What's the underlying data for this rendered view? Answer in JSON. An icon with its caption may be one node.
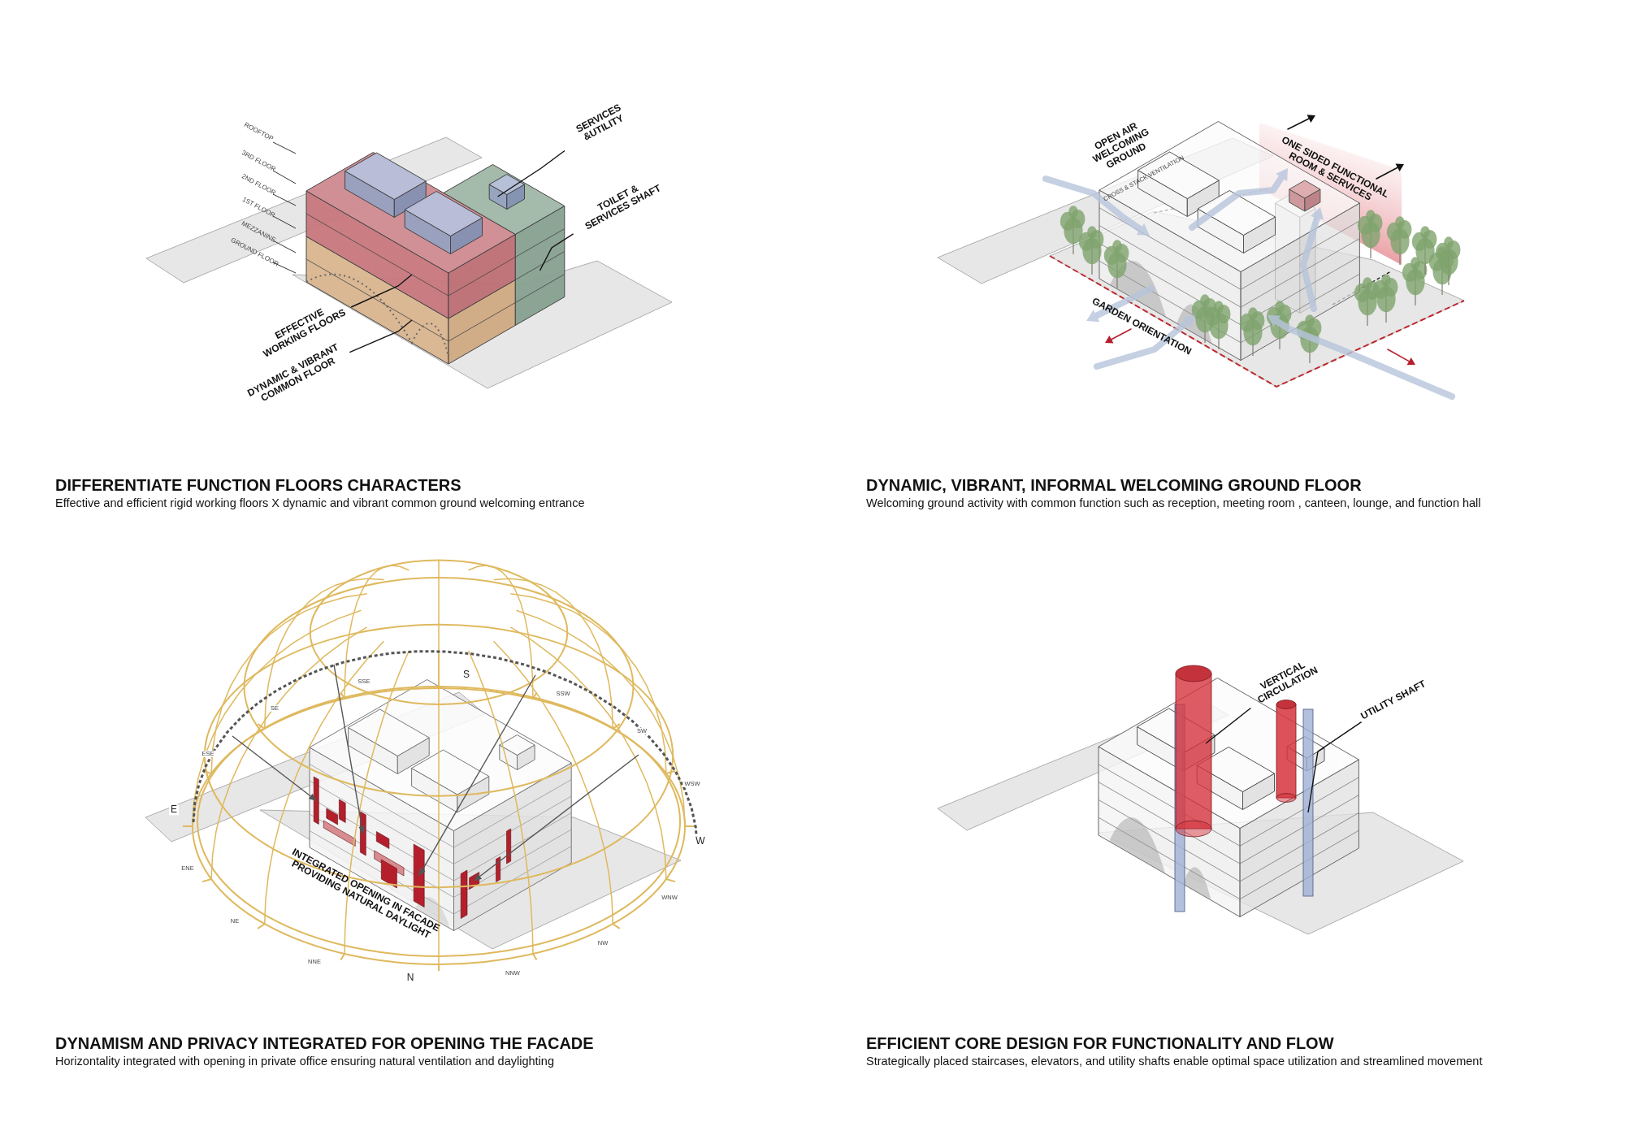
{
  "diagram": {
    "nodes": [
      {
        "text": [
          "SERVICES &UTILITY"
        ]
      },
      {
        "text": [],
        "shape": "box",
        "in": 3
      },
      {
        "text": [
          "TOILET & SERVICES SHAFT"
        ]
      },
      {
        "text": [],
        "shape": "box"
      },
      {
        "text": [
          "EFFECTIVE WORKING FLOORS"
        ]
      },
      {
        "text": [],
        "shape": "box"
      },
      {
        "text": [
          "DYNAMIC & VIBRANT COMMON FLOOR"
        ]
      },
      {
        "text": [],
        "shape": "box"
      },
      {
        "text": [],
        "shape": "box"
      },
      {
        "text": [
          "VERTICAL CIRCULATION"
        ]
      },
      {
        "text": [],
        "shape": "cylinder"
      },
      {
        "text": [
          "UTILITY SHAFT"
        ]
      },
      {
        "text": [],
        "shape": "bar"
      }
    ],
    "edges": [
      {
        "from": 0,
        "to": 1,
        "arrow": "none"
      },
      {
        "from": 2,
        "to": 3,
        "arrow": "none"
      },
      {
        "from": 4,
        "to": 5,
        "arrow": "none"
      },
      {
        "from": 6,
        "to": 7,
        "arrow": "none"
      },
      {
        "from": null,
        "to": 8,
        "arrow": "to",
        "color": "#555555"
      },
      {
        "from": null,
        "to": 8,
        "arrow": "to",
        "color": "#555555"
      },
      {
        "from": null,
        "to": 8,
        "arrow": "to",
        "color": "#555555"
      },
      {
        "from": null,
        "to": 8,
        "arrow": "to",
        "color": "#555555"
      },
      {
        "from": 9,
        "to": 10,
        "arrow": "none"
      },
      {
        "from": 11,
        "to": 12,
        "arrow": "none"
      }
    ],
    "labels": [
      "ROOFTOP",
      "3RD FLOOR",
      "2ND FLOOR",
      "1ST FLOOR",
      "MEZZANINE",
      "GROUND FLOOR",
      "OPEN AIR WELCOMING GROUND",
      "CROSS & STACK VENTILATION",
      "ONE SIDED FUNCTIONAL ROOM & SERVICES",
      "GARDEN ORIENTATION",
      "DIFFERENTIATE FUNCTION FLOORS CHARACTERS",
      "Effective and efficient rigid working floors X dynamic and vibrant common ground welcoming entrance",
      "DYNAMIC, VIBRANT, INFORMAL WELCOMING GROUND FLOOR",
      "Welcoming ground activity with common function such as reception, meeting room , canteen, lounge, and function hall",
      "INTEGRATED OPENING IN FACADE PROVIDING NATURAL DAYLIGHT",
      "S",
      "SSE",
      "SSW",
      "SE",
      "SW",
      "ESE",
      "WSW",
      "E",
      "W",
      "ENE",
      "WNW",
      "NE",
      "NW",
      "NNE",
      "NNW",
      "N",
      "DYNAMISM AND PRIVACY INTEGRATED FOR OPENING THE FACADE",
      "Horizontality integrated with opening in private office ensuring natural ventilation and daylighting",
      "EFFICIENT CORE DESIGN FOR FUNCTIONALITY AND FLOW",
      "Strategically placed staircases, elevators, and utility shafts enable optimal space utilization and streamlined movement"
    ]
  }
}
